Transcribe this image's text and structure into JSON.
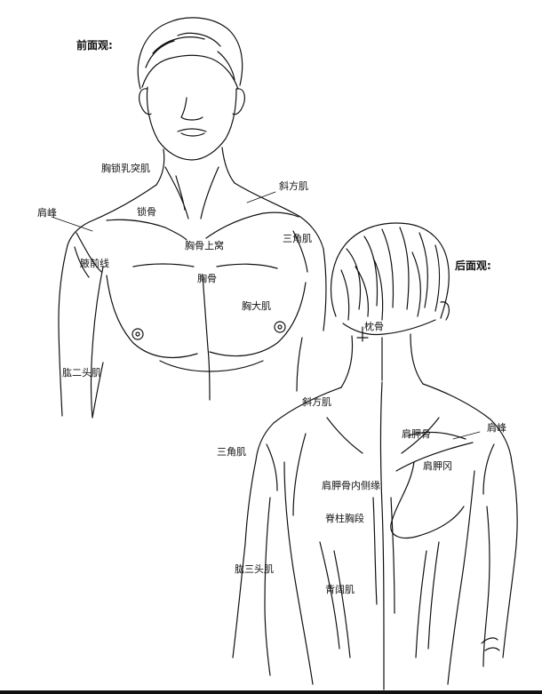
{
  "headings": {
    "front": "前面观:",
    "back": "后面观:"
  },
  "front_labels": {
    "scm": "胸锁乳突肌",
    "trapezius": "斜方肌",
    "acromion": "肩峰",
    "clavicle": "锁骨",
    "deltoid": "三角肌",
    "suprasternal_notch": "胸骨上窝",
    "anterior_axillary_line": "腋前线",
    "sternum": "胸骨",
    "pectoralis_major": "胸大肌",
    "biceps": "肱二头肌"
  },
  "back_labels": {
    "occipital": "枕骨",
    "trapezius": "斜方肌",
    "scapula": "肩胛骨",
    "acromion": "肩峰",
    "deltoid": "三角肌",
    "scapular_spine": "肩胛冈",
    "medial_border": "肩胛骨内侧缘",
    "thoracic_spine": "脊柱胸段",
    "triceps": "肱三头肌",
    "erector_spinae": "背阔肌"
  }
}
